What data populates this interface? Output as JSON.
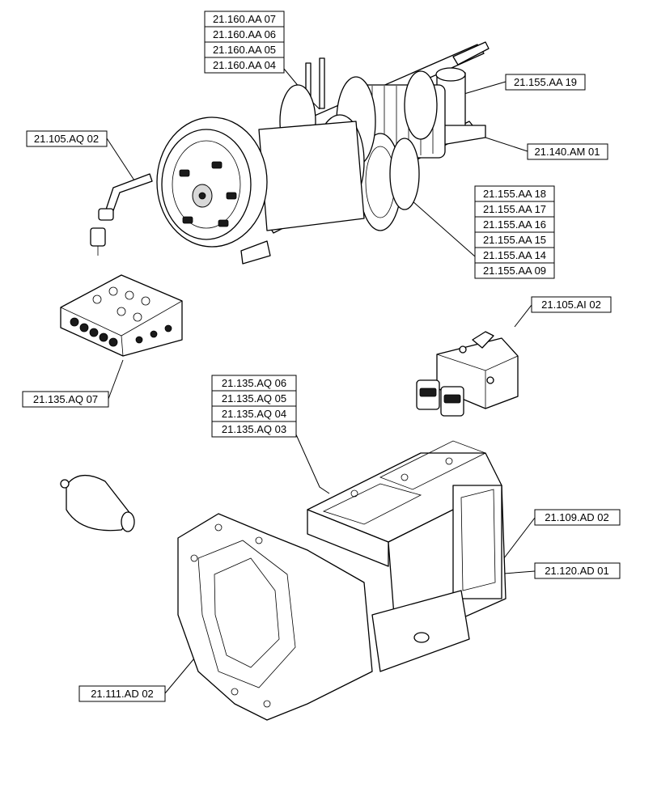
{
  "labels": {
    "l160_07": "21.160.AA 07",
    "l160_06": "21.160.AA 06",
    "l160_05": "21.160.AA 05",
    "l160_04": "21.160.AA 04",
    "l155_19": "21.155.AA 19",
    "l105_aq02": "21.105.AQ 02",
    "l140_am01": "21.140.AM 01",
    "l155_18": "21.155.AA 18",
    "l155_17": "21.155.AA 17",
    "l155_16": "21.155.AA 16",
    "l155_15": "21.155.AA 15",
    "l155_14": "21.155.AA 14",
    "l155_09": "21.155.AA 09",
    "l105_ai02": "21.105.AI 02",
    "l135_aq07": "21.135.AQ 07",
    "l135_06": "21.135.AQ 06",
    "l135_05": "21.135.AQ 05",
    "l135_04": "21.135.AQ 04",
    "l135_03": "21.135.AQ 03",
    "l109_ad02": "21.109.AD 02",
    "l120_ad01": "21.120.AD 01",
    "l111_ad02": "21.111.AD 02"
  }
}
